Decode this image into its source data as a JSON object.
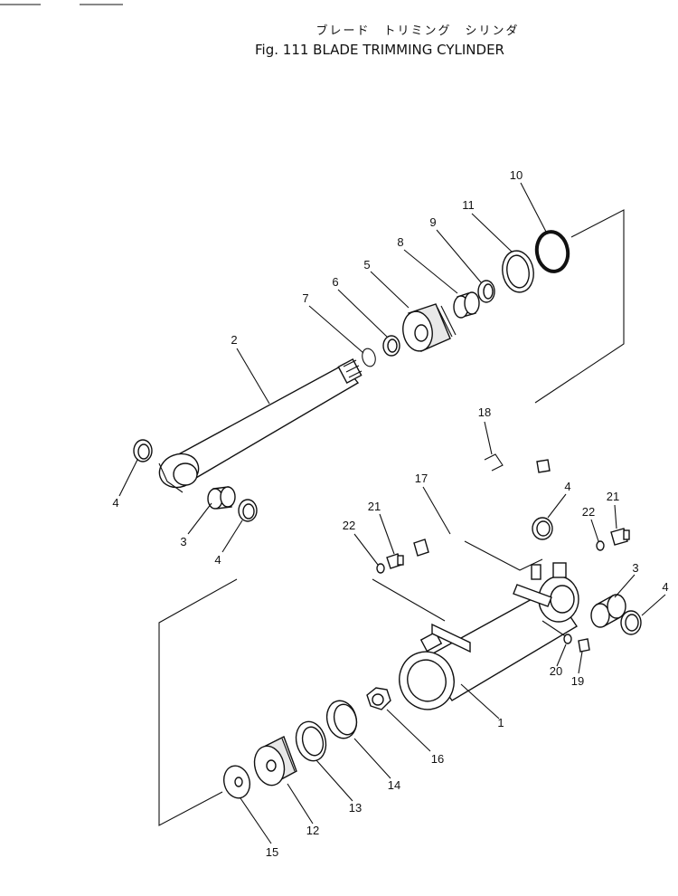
{
  "figure": {
    "title_jp": "ブレード　トリミング　シリンダ",
    "title_en": "Fig. 111   BLADE TRIMMING CYLINDER"
  },
  "callouts": {
    "c1": "1",
    "c2": "2",
    "c3a": "3",
    "c3b": "3",
    "c4a": "4",
    "c4b": "4",
    "c4c": "4",
    "c4d": "4",
    "c5": "5",
    "c6": "6",
    "c7": "7",
    "c8": "8",
    "c9": "9",
    "c10": "10",
    "c11": "11",
    "c12": "12",
    "c13": "13",
    "c14": "14",
    "c15": "15",
    "c16": "16",
    "c17": "17",
    "c18": "18",
    "c19": "19",
    "c20": "20",
    "c21a": "21",
    "c21b": "21",
    "c22a": "22",
    "c22b": "22"
  }
}
